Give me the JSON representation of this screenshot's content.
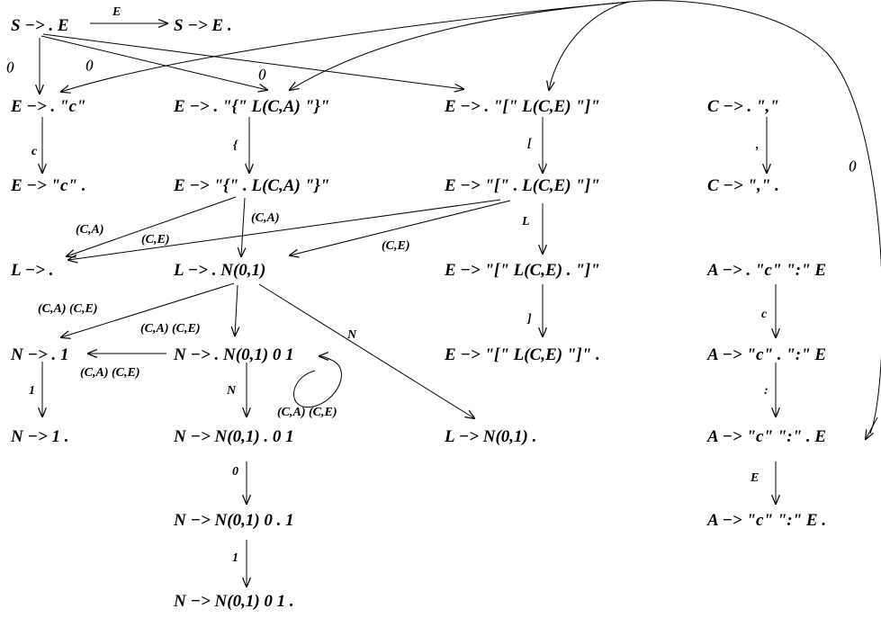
{
  "nodes": {
    "s_start": "S −> . E",
    "s_end": "S −> E .",
    "e_c_start": "E −> . \"c\"",
    "e_c_end": "E −> \"c\" .",
    "l_empty": "L −> .",
    "n_1_start": "N −> . 1",
    "n_1_end": "N −> 1 .",
    "e_brace_0": "E −> . \"{\" L(C,A) \"}\"",
    "e_brace_1": "E −> \"{\" . L(C,A) \"}\"",
    "l_n_start": "L −> . N(0,1)",
    "n_rec_0": "N −> . N(0,1) 0 1",
    "n_rec_1": "N −> N(0,1) . 0 1",
    "n_rec_2": "N −> N(0,1) 0 . 1",
    "n_rec_3": "N −> N(0,1) 0 1 .",
    "e_brack_0": "E −> . \"[\" L(C,E) \"]\"",
    "e_brack_1": "E −> \"[\" . L(C,E) \"]\"",
    "e_brack_2": "E −> \"[\" L(C,E) . \"]\"",
    "e_brack_3": "E −> \"[\" L(C,E) \"]\" .",
    "l_n_end": "L −> N(0,1) .",
    "c_start": "C −> . \",\"",
    "c_end": "C −> \",\" .",
    "a_0": "A −> . \"c\" \":\" E",
    "a_1": "A −> \"c\" . \":\" E",
    "a_2": "A −> \"c\" \":\" . E",
    "a_3": "A −> \"c\" \":\" E ."
  },
  "labels": {
    "e": "E",
    "eps1": "()",
    "eps2": "()",
    "eps3": "()",
    "eps_right": "()",
    "c": "c",
    "lbrace": "{",
    "lbrack": "[",
    "comma": ",",
    "ca1": "(C,A)",
    "ce1": "(C,E)",
    "ca2": "(C,A)",
    "ce2": "(C,E)",
    "L": "L",
    "ca_ce1": "(C,A) (C,E)",
    "ca_ce2": "(C,A) (C,E)",
    "ca_ce3": "(C,A) (C,E)",
    "ca_ce4": "(C,A) (C,E)",
    "N1": "N",
    "N2": "N",
    "rbrack": "]",
    "c2": "c",
    "colon": ":",
    "E2": "E",
    "one1": "1",
    "zero": "0",
    "one2": "1"
  }
}
